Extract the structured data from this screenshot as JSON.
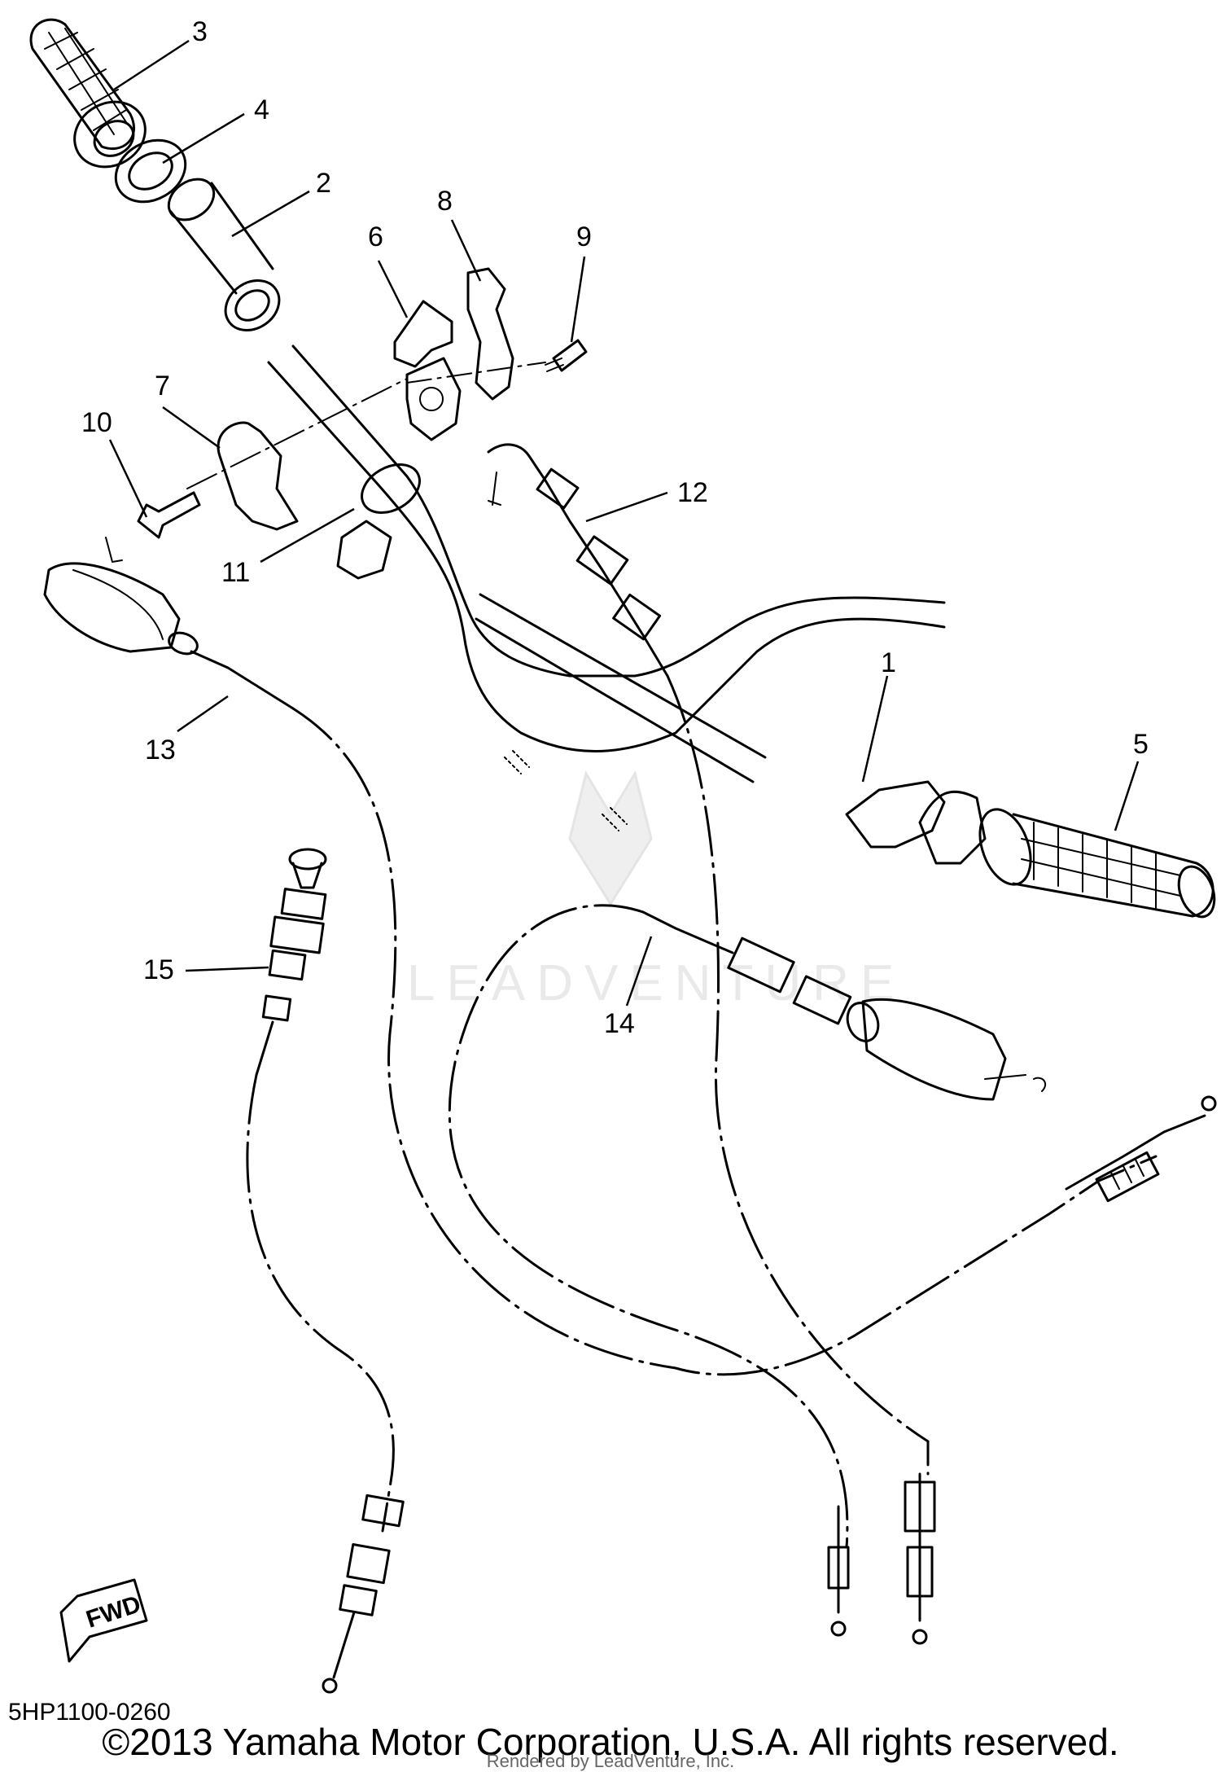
{
  "watermark": "LEADVENTURE",
  "fwd_label": "FWD",
  "diagram_code": "5HP1100-0260",
  "copyright": "©2013 Yamaha Motor Corporation, U.S.A. All rights reserved.",
  "rendered_by": "Rendered by LeadVenture, Inc.",
  "part_numbers": [
    "1",
    "2",
    "3",
    "4",
    "5",
    "6",
    "7",
    "8",
    "9",
    "10",
    "11",
    "12",
    "13",
    "14",
    "15"
  ]
}
